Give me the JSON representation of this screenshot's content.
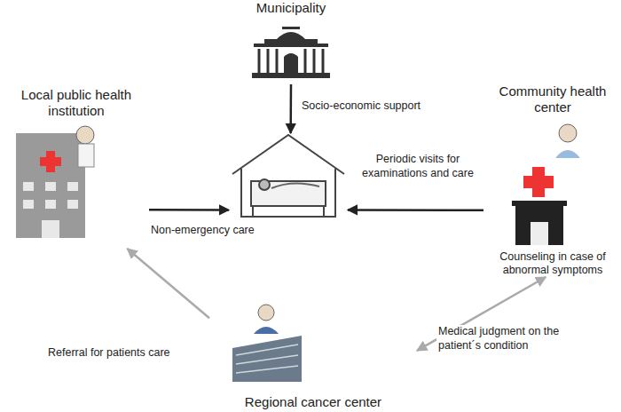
{
  "diagram": {
    "nodes": [
      {
        "text": [
          "Municipality"
        ]
      },
      {
        "text": [
          "Local public health institution"
        ]
      },
      {
        "text": [
          "Community health center",
          "Counseling in case of abnormal symptoms"
        ]
      },
      {
        "text": []
      },
      {
        "text": [
          "Regional cancer center"
        ]
      }
    ],
    "edges": [
      {
        "from": 0,
        "to": 3,
        "label": "Socio-economic support",
        "arrow": "to"
      },
      {
        "from": 1,
        "to": 3,
        "label": "Non-emergency care",
        "arrow": "to"
      },
      {
        "from": 2,
        "to": 3,
        "label": "Periodic visits for examinations and care",
        "arrow": "to"
      },
      {
        "from": 4,
        "to": 1,
        "label": "Referral for patients care",
        "arrow": "to"
      },
      {
        "from": 4,
        "to": 2,
        "label": "Medical judgment on the patient´s condition",
        "arrow": "both"
      }
    ]
  }
}
